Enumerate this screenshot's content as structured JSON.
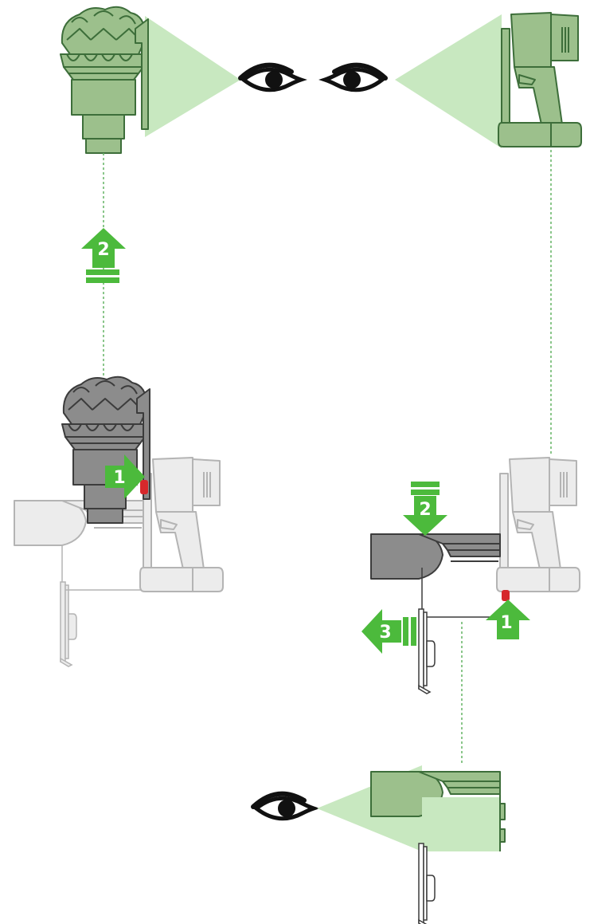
{
  "colors": {
    "part_green_fill": "#9cc08c",
    "part_green_stroke": "#3d6e3a",
    "view_cone": "#c8e8c0",
    "action_arrow": "#4cba3c",
    "guide_line": "#64b464",
    "faded_fill": "#ececec",
    "faded_stroke": "#b4b4b4",
    "dark_fill": "#8c8c8c",
    "dark_stroke": "#3c3c3c",
    "release_red": "#d6282c",
    "eye": "#111111"
  },
  "steps": {
    "lift_cyclone": "2",
    "press_release": "1",
    "push_down": "2",
    "pull_out": "3",
    "push_catch": "1"
  },
  "icons": [
    "eye-icon",
    "view-cone",
    "cyclone-unit",
    "handle-unit",
    "bin-unit",
    "arrow-up",
    "arrow-down",
    "arrow-left",
    "arrow-right"
  ]
}
